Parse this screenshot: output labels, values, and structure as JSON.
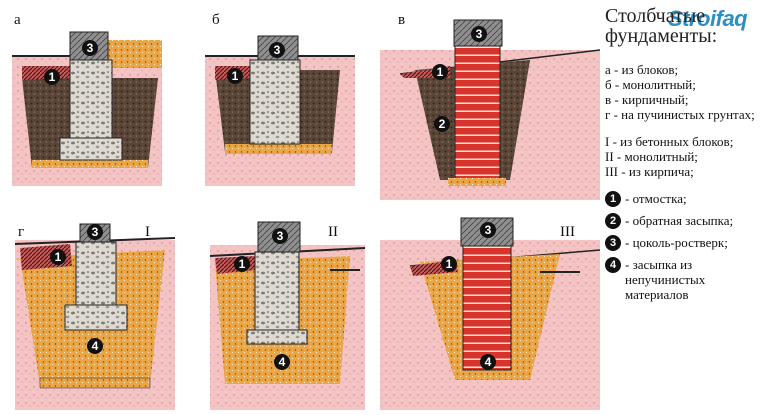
{
  "panels": {
    "a": "а",
    "b": "б",
    "v": "в",
    "g": "г",
    "roman_1": "I",
    "roman_2": "II",
    "roman_3": "III"
  },
  "badges": {
    "one": "1",
    "two": "2",
    "three": "3",
    "four": "4"
  },
  "legend": {
    "title": "Столбчатые фундаменты:",
    "types": [
      "а - из блоков;",
      "б - монолитный;",
      "в - кирпичный;",
      "г - на пучинистых грунтах;"
    ],
    "roman": [
      "I - из бетонных блоков;",
      "II - монолитный;",
      "III - из кирпича;"
    ],
    "numbered": [
      {
        "num": "1",
        "text": "- отмостка;"
      },
      {
        "num": "2",
        "text": "- обратная засыпка;"
      },
      {
        "num": "3",
        "text": "- цоколь-ростверк;"
      },
      {
        "num": "4",
        "text": "- засыпка из непучинистых материалов"
      }
    ]
  },
  "watermark": {
    "text": "Stroifaq"
  },
  "colors": {
    "soil_pink": "#e8a4a8",
    "dark_soil": "#4a3a30",
    "sand": "#e9a640",
    "concrete": "#d9d6cf",
    "brick": "#d9382e",
    "cap": "#8a8a8a"
  }
}
